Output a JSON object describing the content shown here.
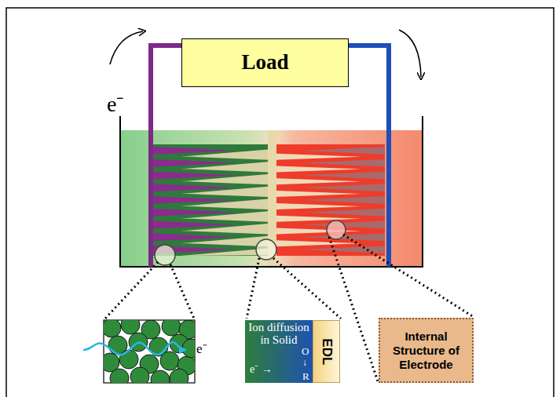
{
  "diagram": {
    "nodes": [
      {
        "text": [
          "Load"
        ]
      },
      {
        "text": [
          "Ion diffusion in Solid"
        ]
      },
      {
        "text": [
          "EDL"
        ]
      },
      {
        "text": [
          "Internal Structure of Electrode"
        ]
      }
    ],
    "labels": [
      "e⁻",
      "e⁻",
      "e⁻ →",
      "O",
      "↓",
      "R"
    ]
  }
}
